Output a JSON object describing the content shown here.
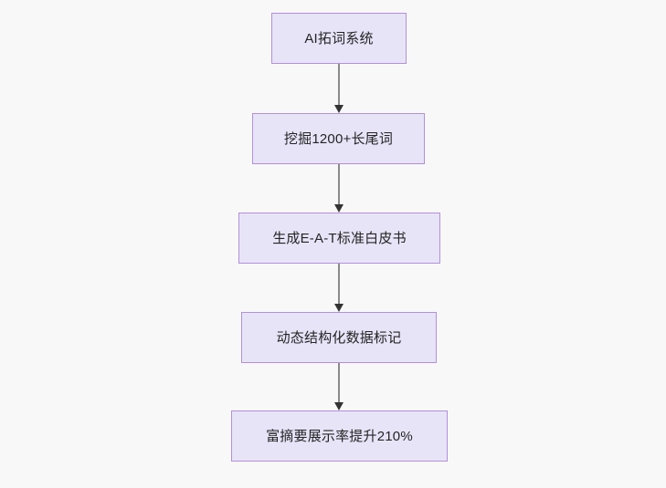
{
  "diagram": {
    "type": "flowchart",
    "orientation": "top-to-bottom",
    "background_color": "#f8f8f8",
    "node_fill_color": "#e8e4f8",
    "node_border_color": "#b18fdb",
    "node_text_color": "#242424",
    "connector_color": "#8a8a8a",
    "arrowhead_color": "#333333",
    "nodes": [
      {
        "id": "node-0",
        "label": "AI拓词系统"
      },
      {
        "id": "node-1",
        "label": "挖掘1200+长尾词"
      },
      {
        "id": "node-2",
        "label": "生成E-A-T标准白皮书"
      },
      {
        "id": "node-3",
        "label": "动态结构化数据标记"
      },
      {
        "id": "node-4",
        "label": "富摘要展示率提升210%"
      }
    ],
    "edges": [
      {
        "id": "connector-0",
        "from": "node-0",
        "to": "node-1"
      },
      {
        "id": "connector-1",
        "from": "node-1",
        "to": "node-2"
      },
      {
        "id": "connector-2",
        "from": "node-2",
        "to": "node-3"
      },
      {
        "id": "connector-3",
        "from": "node-3",
        "to": "node-4"
      }
    ]
  }
}
